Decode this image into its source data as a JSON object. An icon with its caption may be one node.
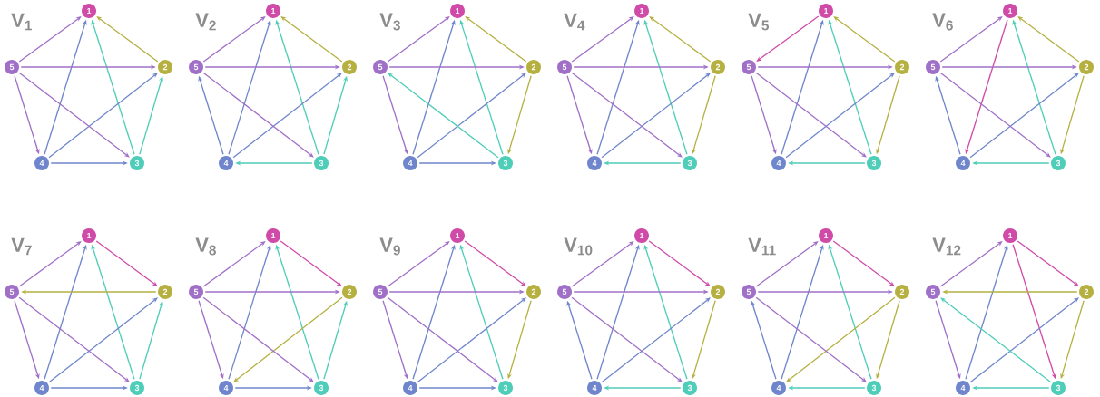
{
  "diagram": {
    "nodes": [
      {
        "text": [
          "1"
        ]
      },
      {
        "text": [
          "5"
        ]
      },
      {
        "text": [
          "2"
        ]
      },
      {
        "text": [
          "4"
        ]
      },
      {
        "text": [
          "3"
        ]
      },
      {
        "text": [
          "1"
        ]
      },
      {
        "text": [
          "5"
        ]
      },
      {
        "text": [
          "2"
        ]
      },
      {
        "text": [
          "4"
        ]
      },
      {
        "text": [
          "3"
        ]
      },
      {
        "text": [
          "1"
        ]
      },
      {
        "text": [
          "5"
        ]
      },
      {
        "text": [
          "2"
        ]
      },
      {
        "text": [
          "4"
        ]
      },
      {
        "text": [
          "3"
        ]
      },
      {
        "text": [
          "1"
        ]
      },
      {
        "text": [
          "5"
        ]
      },
      {
        "text": [
          "2"
        ]
      },
      {
        "text": [
          "4"
        ]
      },
      {
        "text": [
          "3"
        ]
      },
      {
        "text": [
          "1"
        ]
      },
      {
        "text": [
          "5"
        ]
      },
      {
        "text": [
          "2"
        ]
      },
      {
        "text": [
          "4"
        ]
      },
      {
        "text": [
          "3"
        ]
      },
      {
        "text": [
          "1"
        ]
      },
      {
        "text": [
          "5"
        ]
      },
      {
        "text": [
          "2"
        ]
      },
      {
        "text": [
          "4"
        ]
      },
      {
        "text": [
          "3"
        ]
      },
      {
        "text": [
          "1"
        ]
      },
      {
        "text": [
          "5"
        ]
      },
      {
        "text": [
          "2"
        ]
      },
      {
        "text": [
          "4"
        ]
      },
      {
        "text": [
          "3"
        ]
      },
      {
        "text": [
          "1"
        ]
      },
      {
        "text": [
          "5"
        ]
      },
      {
        "text": [
          "2"
        ]
      },
      {
        "text": [
          "4"
        ]
      },
      {
        "text": [
          "3"
        ]
      },
      {
        "text": [
          "1"
        ]
      },
      {
        "text": [
          "5"
        ]
      },
      {
        "text": [
          "2"
        ]
      },
      {
        "text": [
          "4"
        ]
      },
      {
        "text": [
          "3"
        ]
      },
      {
        "text": [
          "1"
        ]
      },
      {
        "text": [
          "5"
        ]
      },
      {
        "text": [
          "2"
        ]
      },
      {
        "text": [
          "4"
        ]
      },
      {
        "text": [
          "3"
        ]
      },
      {
        "text": [
          "1"
        ]
      },
      {
        "text": [
          "5"
        ]
      },
      {
        "text": [
          "2"
        ]
      },
      {
        "text": [
          "4"
        ]
      },
      {
        "text": [
          "3"
        ]
      },
      {
        "text": [
          "1"
        ]
      },
      {
        "text": [
          "5"
        ]
      },
      {
        "text": [
          "2"
        ]
      },
      {
        "text": [
          "4"
        ]
      },
      {
        "text": [
          "3"
        ]
      }
    ],
    "edges": [
      {
        "from": 1,
        "to": 0,
        "arrow": "to",
        "color": "#a070c8"
      },
      {
        "from": 3,
        "to": 0,
        "arrow": "to",
        "color": "#6f86cc"
      },
      {
        "from": 4,
        "to": 0,
        "arrow": "to",
        "color": "#4ecdb8"
      },
      {
        "from": 2,
        "to": 0,
        "arrow": "to",
        "color": "#b5b040"
      },
      {
        "from": 1,
        "to": 2,
        "arrow": "to",
        "color": "#a070c8"
      },
      {
        "from": 3,
        "to": 2,
        "arrow": "to",
        "color": "#6f86cc"
      },
      {
        "from": 4,
        "to": 2,
        "arrow": "to",
        "color": "#4ecdb8"
      },
      {
        "from": 1,
        "to": 3,
        "arrow": "to",
        "color": "#a070c8"
      },
      {
        "from": 1,
        "to": 4,
        "arrow": "to",
        "color": "#a070c8"
      },
      {
        "from": 3,
        "to": 4,
        "arrow": "to",
        "color": "#6f86cc"
      },
      {
        "from": 6,
        "to": 5,
        "arrow": "to",
        "color": "#a070c8"
      },
      {
        "from": 8,
        "to": 5,
        "arrow": "to",
        "color": "#6f86cc"
      },
      {
        "from": 9,
        "to": 5,
        "arrow": "to",
        "color": "#4ecdb8"
      },
      {
        "from": 7,
        "to": 5,
        "arrow": "to",
        "color": "#b5b040"
      },
      {
        "from": 6,
        "to": 7,
        "arrow": "to",
        "color": "#a070c8"
      },
      {
        "from": 8,
        "to": 7,
        "arrow": "to",
        "color": "#6f86cc"
      },
      {
        "from": 9,
        "to": 7,
        "arrow": "to",
        "color": "#4ecdb8"
      },
      {
        "from": 8,
        "to": 6,
        "arrow": "to",
        "color": "#6f86cc"
      },
      {
        "from": 6,
        "to": 9,
        "arrow": "to",
        "color": "#a070c8"
      },
      {
        "from": 9,
        "to": 8,
        "arrow": "to",
        "color": "#4ecdb8"
      },
      {
        "from": 11,
        "to": 10,
        "arrow": "to",
        "color": "#a070c8"
      },
      {
        "from": 13,
        "to": 10,
        "arrow": "to",
        "color": "#6f86cc"
      },
      {
        "from": 14,
        "to": 10,
        "arrow": "to",
        "color": "#4ecdb8"
      },
      {
        "from": 12,
        "to": 10,
        "arrow": "to",
        "color": "#b5b040"
      },
      {
        "from": 11,
        "to": 12,
        "arrow": "to",
        "color": "#a070c8"
      },
      {
        "from": 13,
        "to": 12,
        "arrow": "to",
        "color": "#6f86cc"
      },
      {
        "from": 12,
        "to": 14,
        "arrow": "to",
        "color": "#b5b040"
      },
      {
        "from": 11,
        "to": 13,
        "arrow": "to",
        "color": "#a070c8"
      },
      {
        "from": 14,
        "to": 11,
        "arrow": "to",
        "color": "#4ecdb8"
      },
      {
        "from": 13,
        "to": 14,
        "arrow": "to",
        "color": "#6f86cc"
      },
      {
        "from": 16,
        "to": 15,
        "arrow": "to",
        "color": "#a070c8"
      },
      {
        "from": 18,
        "to": 15,
        "arrow": "to",
        "color": "#6f86cc"
      },
      {
        "from": 19,
        "to": 15,
        "arrow": "to",
        "color": "#4ecdb8"
      },
      {
        "from": 17,
        "to": 15,
        "arrow": "to",
        "color": "#b5b040"
      },
      {
        "from": 16,
        "to": 17,
        "arrow": "to",
        "color": "#a070c8"
      },
      {
        "from": 18,
        "to": 17,
        "arrow": "to",
        "color": "#6f86cc"
      },
      {
        "from": 17,
        "to": 19,
        "arrow": "to",
        "color": "#b5b040"
      },
      {
        "from": 16,
        "to": 18,
        "arrow": "to",
        "color": "#a070c8"
      },
      {
        "from": 16,
        "to": 19,
        "arrow": "to",
        "color": "#a070c8"
      },
      {
        "from": 19,
        "to": 18,
        "arrow": "to",
        "color": "#4ecdb8"
      },
      {
        "from": 20,
        "to": 21,
        "arrow": "to",
        "color": "#d04aa8"
      },
      {
        "from": 23,
        "to": 20,
        "arrow": "to",
        "color": "#6f86cc"
      },
      {
        "from": 24,
        "to": 20,
        "arrow": "to",
        "color": "#4ecdb8"
      },
      {
        "from": 22,
        "to": 20,
        "arrow": "to",
        "color": "#b5b040"
      },
      {
        "from": 21,
        "to": 22,
        "arrow": "to",
        "color": "#a070c8"
      },
      {
        "from": 23,
        "to": 22,
        "arrow": "to",
        "color": "#6f86cc"
      },
      {
        "from": 22,
        "to": 24,
        "arrow": "to",
        "color": "#b5b040"
      },
      {
        "from": 21,
        "to": 23,
        "arrow": "to",
        "color": "#a070c8"
      },
      {
        "from": 21,
        "to": 24,
        "arrow": "to",
        "color": "#a070c8"
      },
      {
        "from": 24,
        "to": 23,
        "arrow": "to",
        "color": "#4ecdb8"
      },
      {
        "from": 26,
        "to": 25,
        "arrow": "to",
        "color": "#a070c8"
      },
      {
        "from": 25,
        "to": 28,
        "arrow": "to",
        "color": "#d04aa8"
      },
      {
        "from": 29,
        "to": 25,
        "arrow": "to",
        "color": "#4ecdb8"
      },
      {
        "from": 27,
        "to": 25,
        "arrow": "to",
        "color": "#b5b040"
      },
      {
        "from": 26,
        "to": 27,
        "arrow": "to",
        "color": "#a070c8"
      },
      {
        "from": 28,
        "to": 27,
        "arrow": "to",
        "color": "#6f86cc"
      },
      {
        "from": 27,
        "to": 29,
        "arrow": "to",
        "color": "#b5b040"
      },
      {
        "from": 28,
        "to": 26,
        "arrow": "to",
        "color": "#6f86cc"
      },
      {
        "from": 26,
        "to": 29,
        "arrow": "to",
        "color": "#a070c8"
      },
      {
        "from": 29,
        "to": 28,
        "arrow": "to",
        "color": "#4ecdb8"
      },
      {
        "from": 31,
        "to": 30,
        "arrow": "to",
        "color": "#a070c8"
      },
      {
        "from": 33,
        "to": 30,
        "arrow": "to",
        "color": "#6f86cc"
      },
      {
        "from": 34,
        "to": 30,
        "arrow": "to",
        "color": "#4ecdb8"
      },
      {
        "from": 30,
        "to": 32,
        "arrow": "to",
        "color": "#d04aa8"
      },
      {
        "from": 32,
        "to": 31,
        "arrow": "to",
        "color": "#b5b040"
      },
      {
        "from": 33,
        "to": 32,
        "arrow": "to",
        "color": "#6f86cc"
      },
      {
        "from": 34,
        "to": 32,
        "arrow": "to",
        "color": "#4ecdb8"
      },
      {
        "from": 31,
        "to": 33,
        "arrow": "to",
        "color": "#a070c8"
      },
      {
        "from": 31,
        "to": 34,
        "arrow": "to",
        "color": "#a070c8"
      },
      {
        "from": 33,
        "to": 34,
        "arrow": "to",
        "color": "#6f86cc"
      },
      {
        "from": 36,
        "to": 35,
        "arrow": "to",
        "color": "#a070c8"
      },
      {
        "from": 38,
        "to": 35,
        "arrow": "to",
        "color": "#6f86cc"
      },
      {
        "from": 39,
        "to": 35,
        "arrow": "to",
        "color": "#4ecdb8"
      },
      {
        "from": 35,
        "to": 37,
        "arrow": "to",
        "color": "#d04aa8"
      },
      {
        "from": 36,
        "to": 37,
        "arrow": "to",
        "color": "#a070c8"
      },
      {
        "from": 37,
        "to": 38,
        "arrow": "to",
        "color": "#b5b040"
      },
      {
        "from": 39,
        "to": 37,
        "arrow": "to",
        "color": "#4ecdb8"
      },
      {
        "from": 36,
        "to": 38,
        "arrow": "to",
        "color": "#a070c8"
      },
      {
        "from": 36,
        "to": 39,
        "arrow": "to",
        "color": "#a070c8"
      },
      {
        "from": 38,
        "to": 39,
        "arrow": "to",
        "color": "#6f86cc"
      },
      {
        "from": 41,
        "to": 40,
        "arrow": "to",
        "color": "#a070c8"
      },
      {
        "from": 43,
        "to": 40,
        "arrow": "to",
        "color": "#6f86cc"
      },
      {
        "from": 44,
        "to": 40,
        "arrow": "to",
        "color": "#4ecdb8"
      },
      {
        "from": 40,
        "to": 42,
        "arrow": "to",
        "color": "#d04aa8"
      },
      {
        "from": 41,
        "to": 42,
        "arrow": "to",
        "color": "#a070c8"
      },
      {
        "from": 43,
        "to": 42,
        "arrow": "to",
        "color": "#6f86cc"
      },
      {
        "from": 42,
        "to": 44,
        "arrow": "to",
        "color": "#b5b040"
      },
      {
        "from": 41,
        "to": 43,
        "arrow": "to",
        "color": "#a070c8"
      },
      {
        "from": 41,
        "to": 44,
        "arrow": "to",
        "color": "#a070c8"
      },
      {
        "from": 43,
        "to": 44,
        "arrow": "to",
        "color": "#6f86cc"
      },
      {
        "from": 46,
        "to": 45,
        "arrow": "to",
        "color": "#a070c8"
      },
      {
        "from": 48,
        "to": 45,
        "arrow": "to",
        "color": "#6f86cc"
      },
      {
        "from": 49,
        "to": 45,
        "arrow": "to",
        "color": "#4ecdb8"
      },
      {
        "from": 45,
        "to": 47,
        "arrow": "to",
        "color": "#d04aa8"
      },
      {
        "from": 46,
        "to": 47,
        "arrow": "to",
        "color": "#a070c8"
      },
      {
        "from": 48,
        "to": 47,
        "arrow": "to",
        "color": "#6f86cc"
      },
      {
        "from": 47,
        "to": 49,
        "arrow": "to",
        "color": "#b5b040"
      },
      {
        "from": 48,
        "to": 46,
        "arrow": "to",
        "color": "#6f86cc"
      },
      {
        "from": 46,
        "to": 49,
        "arrow": "to",
        "color": "#a070c8"
      },
      {
        "from": 49,
        "to": 48,
        "arrow": "to",
        "color": "#4ecdb8"
      },
      {
        "from": 51,
        "to": 50,
        "arrow": "to",
        "color": "#a070c8"
      },
      {
        "from": 53,
        "to": 50,
        "arrow": "to",
        "color": "#6f86cc"
      },
      {
        "from": 54,
        "to": 50,
        "arrow": "to",
        "color": "#4ecdb8"
      },
      {
        "from": 50,
        "to": 52,
        "arrow": "to",
        "color": "#d04aa8"
      },
      {
        "from": 51,
        "to": 52,
        "arrow": "to",
        "color": "#a070c8"
      },
      {
        "from": 52,
        "to": 53,
        "arrow": "to",
        "color": "#b5b040"
      },
      {
        "from": 52,
        "to": 54,
        "arrow": "to",
        "color": "#b5b040"
      },
      {
        "from": 53,
        "to": 51,
        "arrow": "to",
        "color": "#6f86cc"
      },
      {
        "from": 51,
        "to": 54,
        "arrow": "to",
        "color": "#a070c8"
      },
      {
        "from": 54,
        "to": 53,
        "arrow": "to",
        "color": "#4ecdb8"
      },
      {
        "from": 56,
        "to": 55,
        "arrow": "to",
        "color": "#a070c8"
      },
      {
        "from": 58,
        "to": 55,
        "arrow": "to",
        "color": "#6f86cc"
      },
      {
        "from": 55,
        "to": 59,
        "arrow": "to",
        "color": "#d04aa8"
      },
      {
        "from": 55,
        "to": 57,
        "arrow": "to",
        "color": "#d04aa8"
      },
      {
        "from": 57,
        "to": 56,
        "arrow": "to",
        "color": "#b5b040"
      },
      {
        "from": 58,
        "to": 57,
        "arrow": "to",
        "color": "#6f86cc"
      },
      {
        "from": 57,
        "to": 59,
        "arrow": "to",
        "color": "#b5b040"
      },
      {
        "from": 56,
        "to": 58,
        "arrow": "to",
        "color": "#a070c8"
      },
      {
        "from": 59,
        "to": 56,
        "arrow": "to",
        "color": "#4ecdb8"
      },
      {
        "from": 59,
        "to": 58,
        "arrow": "to",
        "color": "#4ecdb8"
      }
    ],
    "labels": [
      "V$_{1}$",
      "V$_{2}$",
      "V$_{3}$",
      "V$_{4}$",
      "V$_{5}$",
      "V$_{6}$",
      "V$_{7}$",
      "V$_{8}$",
      "V$_{9}$",
      "V$_{10}$",
      "V$_{11}$",
      "V$_{12}$"
    ]
  }
}
